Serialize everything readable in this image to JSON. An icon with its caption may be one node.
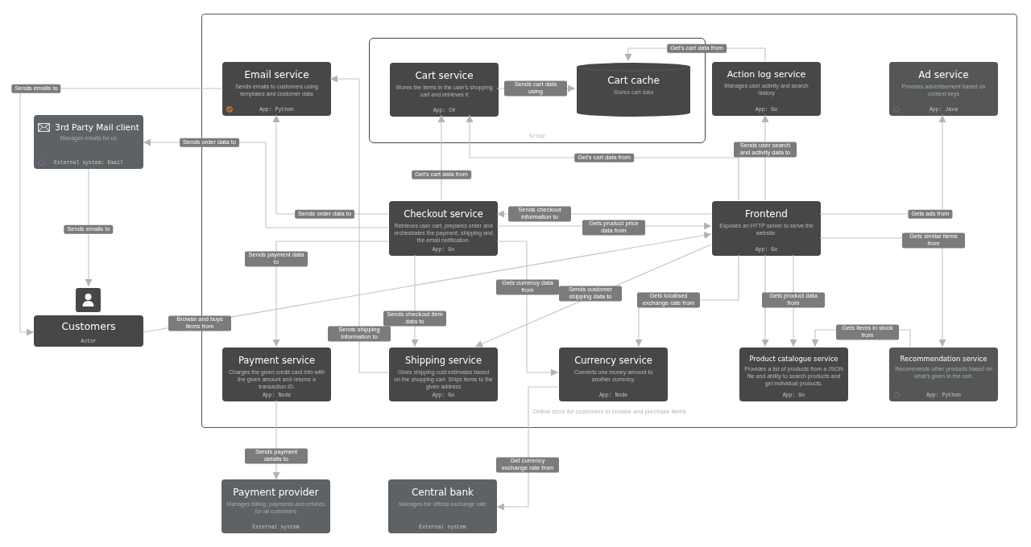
{
  "diagram": {
    "nodes": [
      {
        "text": [
          "Online store for customers to browse and purchase items"
        ]
      },
      {
        "text": [
          "Group"
        ],
        "in": 0
      },
      {
        "text": [
          "Cart service",
          "Stores the items in the user's shopping cart and retrieves it",
          "App: C#"
        ],
        "in": 1
      },
      {
        "text": [
          "Cart cache",
          "Stores cart data"
        ],
        "in": 1
      },
      {
        "text": [
          "Email service",
          "Sends emails to customers using templates and customer data",
          "App: Python"
        ],
        "in": 0
      },
      {
        "text": [
          "Action log service",
          "Manages user activity and search history",
          "App: Go"
        ],
        "in": 0
      },
      {
        "text": [
          "Ad service",
          "Provides advertisement based on context keys",
          "App: Java"
        ],
        "in": 0
      },
      {
        "text": [
          "3rd Party Mail client",
          "Manages emails for us",
          "External system: Email"
        ]
      },
      {
        "text": [
          "Checkout service",
          "Retrieves user cart, prepares order and orchestrates the payment, shipping and the email notification.",
          "App: Go"
        ],
        "in": 0
      },
      {
        "text": [
          "Frontend",
          "Exposes an HTTP server to serve the website.",
          "App: Go"
        ],
        "in": 0
      },
      {
        "text": [
          "Customers",
          "Actor"
        ]
      },
      {
        "text": [
          "Payment service",
          "Charges the given credit card info with the given amount and returns a transaction ID.",
          "App: Node"
        ],
        "in": 0
      },
      {
        "text": [
          "Shipping service",
          "Gives shipping cost estimates based on the shopping cart. Ships items to the given address",
          "App: Go"
        ],
        "in": 0
      },
      {
        "text": [
          "Currency service",
          "Converts one money amount to another currency.",
          "App: Node"
        ],
        "in": 0
      },
      {
        "text": [
          "Product catalogue service",
          "Provides a list of products from a JSON file and ability to search products and get individual products.",
          "App: Go"
        ],
        "in": 0
      },
      {
        "text": [
          "Recommendation service",
          "Recommends other products based on what's given in the cart.",
          "App: Python"
        ],
        "in": 0
      },
      {
        "text": [
          "Payment provider",
          "Manages billing, payments and refunds for all customers",
          "External system"
        ]
      },
      {
        "text": [
          "Central bank",
          "Manages the official exchange rate",
          "External system"
        ]
      }
    ],
    "edges": [
      {
        "from": 2,
        "to": 3,
        "arrow": "to",
        "label": "Sends cart data using"
      },
      {
        "from": 5,
        "to": 3,
        "arrow": "to",
        "label": "Get's cart data from"
      },
      {
        "from": 9,
        "to": 2,
        "arrow": "to",
        "label": "Get's cart data from"
      },
      {
        "from": 8,
        "to": 2,
        "arrow": "to",
        "label": "Get's cart data from"
      },
      {
        "from": 9,
        "to": 5,
        "arrow": "to",
        "label": "Sends user search and activity data to"
      },
      {
        "from": 9,
        "to": 6,
        "arrow": "to",
        "label": "Gets ads from"
      },
      {
        "from": 9,
        "to": 15,
        "arrow": "to",
        "label": "Gets similar items from"
      },
      {
        "from": 9,
        "to": 8,
        "arrow": "to",
        "label": "Sends checkout information to"
      },
      {
        "from": 8,
        "to": 9,
        "arrow": "to",
        "label": "Gets product price data from"
      },
      {
        "from": 10,
        "to": 9,
        "arrow": "to",
        "label": "Browse and buys items from"
      },
      {
        "from": 9,
        "to": 12,
        "arrow": "to",
        "label": "Sends customer shipping data to"
      },
      {
        "from": 9,
        "to": 13,
        "arrow": "to",
        "label": "Gets localised exchange rate from"
      },
      {
        "from": 9,
        "to": 14,
        "arrow": "to"
      },
      {
        "from": 9,
        "to": 14,
        "arrow": "to",
        "label": "Gets product data from"
      },
      {
        "from": 15,
        "to": 14,
        "arrow": "to",
        "label": "Gets items in stock from"
      },
      {
        "from": 8,
        "to": 4,
        "arrow": "to",
        "label": "Sends order data to"
      },
      {
        "from": 8,
        "to": 7,
        "arrow": "to",
        "label": "Sends order data to"
      },
      {
        "from": 8,
        "to": 11,
        "arrow": "to",
        "label": "Sends payment data to"
      },
      {
        "from": 8,
        "to": 12,
        "arrow": "to",
        "label": "Sends checkout item data to"
      },
      {
        "from": 12,
        "to": 4,
        "arrow": "to",
        "label": "Sends shipping information to"
      },
      {
        "from": 8,
        "to": 13,
        "arrow": "to",
        "label": "Gets currency data from"
      },
      {
        "from": 13,
        "to": 17,
        "arrow": "to",
        "label": "Get currency exchange rate from"
      },
      {
        "from": 11,
        "to": 16,
        "arrow": "to",
        "label": "Sends payment details to"
      },
      {
        "from": 7,
        "to": 10,
        "arrow": "to",
        "label": "Sends emails to"
      },
      {
        "from": 4,
        "to": 10,
        "arrow": "to",
        "label": "Sends emails to"
      }
    ]
  }
}
